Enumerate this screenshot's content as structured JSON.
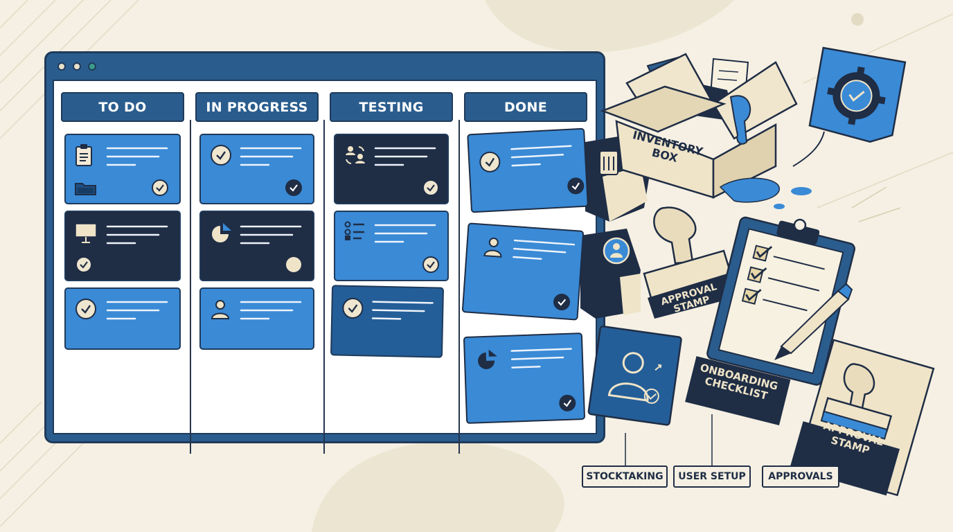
{
  "board": {
    "columns": [
      {
        "title": "TO DO"
      },
      {
        "title": "IN PROGRESS"
      },
      {
        "title": "TESTING"
      },
      {
        "title": "DONE"
      }
    ]
  },
  "illustrations": {
    "box_label": "INVENTORY\nBOX",
    "stamp_label": "APPROVAL\nSTAMP",
    "checklist_label": "ONBOARDING\nCHECKLIST",
    "stamp_label_2": "APPROVAL\nSTAMP"
  },
  "labels": {
    "stocktaking": "STOCKTAKING",
    "user_setup": "USER SETUP",
    "approvals": "APPROVALS"
  },
  "colors": {
    "background": "#f5f0e3",
    "blue": "#3a8ad6",
    "dark_navy": "#1f2d45",
    "mid_blue": "#245e98",
    "window": "#2a5d8e",
    "cream": "#efe4c8"
  }
}
